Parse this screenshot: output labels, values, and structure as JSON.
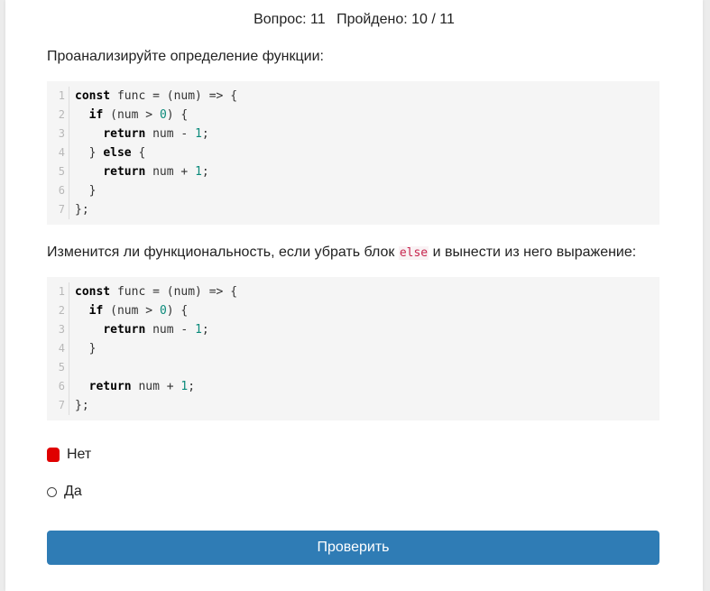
{
  "header": {
    "question_label": "Вопрос: 11",
    "progress_label": "Пройдено: 10 / 11"
  },
  "question1": {
    "text": "Проанализируйте определение функции:"
  },
  "code1": [
    [
      {
        "t": "const",
        "c": "kw"
      },
      {
        "t": " func = (num) => {",
        "c": "plain"
      }
    ],
    [
      {
        "t": "  ",
        "c": "plain"
      },
      {
        "t": "if",
        "c": "kw"
      },
      {
        "t": " (num > ",
        "c": "plain"
      },
      {
        "t": "0",
        "c": "num"
      },
      {
        "t": ") {",
        "c": "plain"
      }
    ],
    [
      {
        "t": "    ",
        "c": "plain"
      },
      {
        "t": "return",
        "c": "kw"
      },
      {
        "t": " num - ",
        "c": "plain"
      },
      {
        "t": "1",
        "c": "num"
      },
      {
        "t": ";",
        "c": "plain"
      }
    ],
    [
      {
        "t": "  } ",
        "c": "plain"
      },
      {
        "t": "else",
        "c": "kw"
      },
      {
        "t": " {",
        "c": "plain"
      }
    ],
    [
      {
        "t": "    ",
        "c": "plain"
      },
      {
        "t": "return",
        "c": "kw"
      },
      {
        "t": " num + ",
        "c": "plain"
      },
      {
        "t": "1",
        "c": "num"
      },
      {
        "t": ";",
        "c": "plain"
      }
    ],
    [
      {
        "t": "  }",
        "c": "plain"
      }
    ],
    [
      {
        "t": "};",
        "c": "plain"
      }
    ]
  ],
  "question2": {
    "before": "Изменится ли функциональность, если убрать блок ",
    "code": "else",
    "after": " и вынести из него выражение:"
  },
  "code2": [
    [
      {
        "t": "const",
        "c": "kw"
      },
      {
        "t": " func = (num) => {",
        "c": "plain"
      }
    ],
    [
      {
        "t": "  ",
        "c": "plain"
      },
      {
        "t": "if",
        "c": "kw"
      },
      {
        "t": " (num > ",
        "c": "plain"
      },
      {
        "t": "0",
        "c": "num"
      },
      {
        "t": ") {",
        "c": "plain"
      }
    ],
    [
      {
        "t": "    ",
        "c": "plain"
      },
      {
        "t": "return",
        "c": "kw"
      },
      {
        "t": " num - ",
        "c": "plain"
      },
      {
        "t": "1",
        "c": "num"
      },
      {
        "t": ";",
        "c": "plain"
      }
    ],
    [
      {
        "t": "  }",
        "c": "plain"
      }
    ],
    [
      {
        "t": "",
        "c": "plain"
      }
    ],
    [
      {
        "t": "  ",
        "c": "plain"
      },
      {
        "t": "return",
        "c": "kw"
      },
      {
        "t": " num + ",
        "c": "plain"
      },
      {
        "t": "1",
        "c": "num"
      },
      {
        "t": ";",
        "c": "plain"
      }
    ],
    [
      {
        "t": "};",
        "c": "plain"
      }
    ]
  ],
  "options": [
    {
      "label": "Нет",
      "selected": true
    },
    {
      "label": "Да",
      "selected": false
    }
  ],
  "submit_label": "Проверить",
  "colors": {
    "accent": "#2f7cb5",
    "selected_marker": "#e00000"
  }
}
